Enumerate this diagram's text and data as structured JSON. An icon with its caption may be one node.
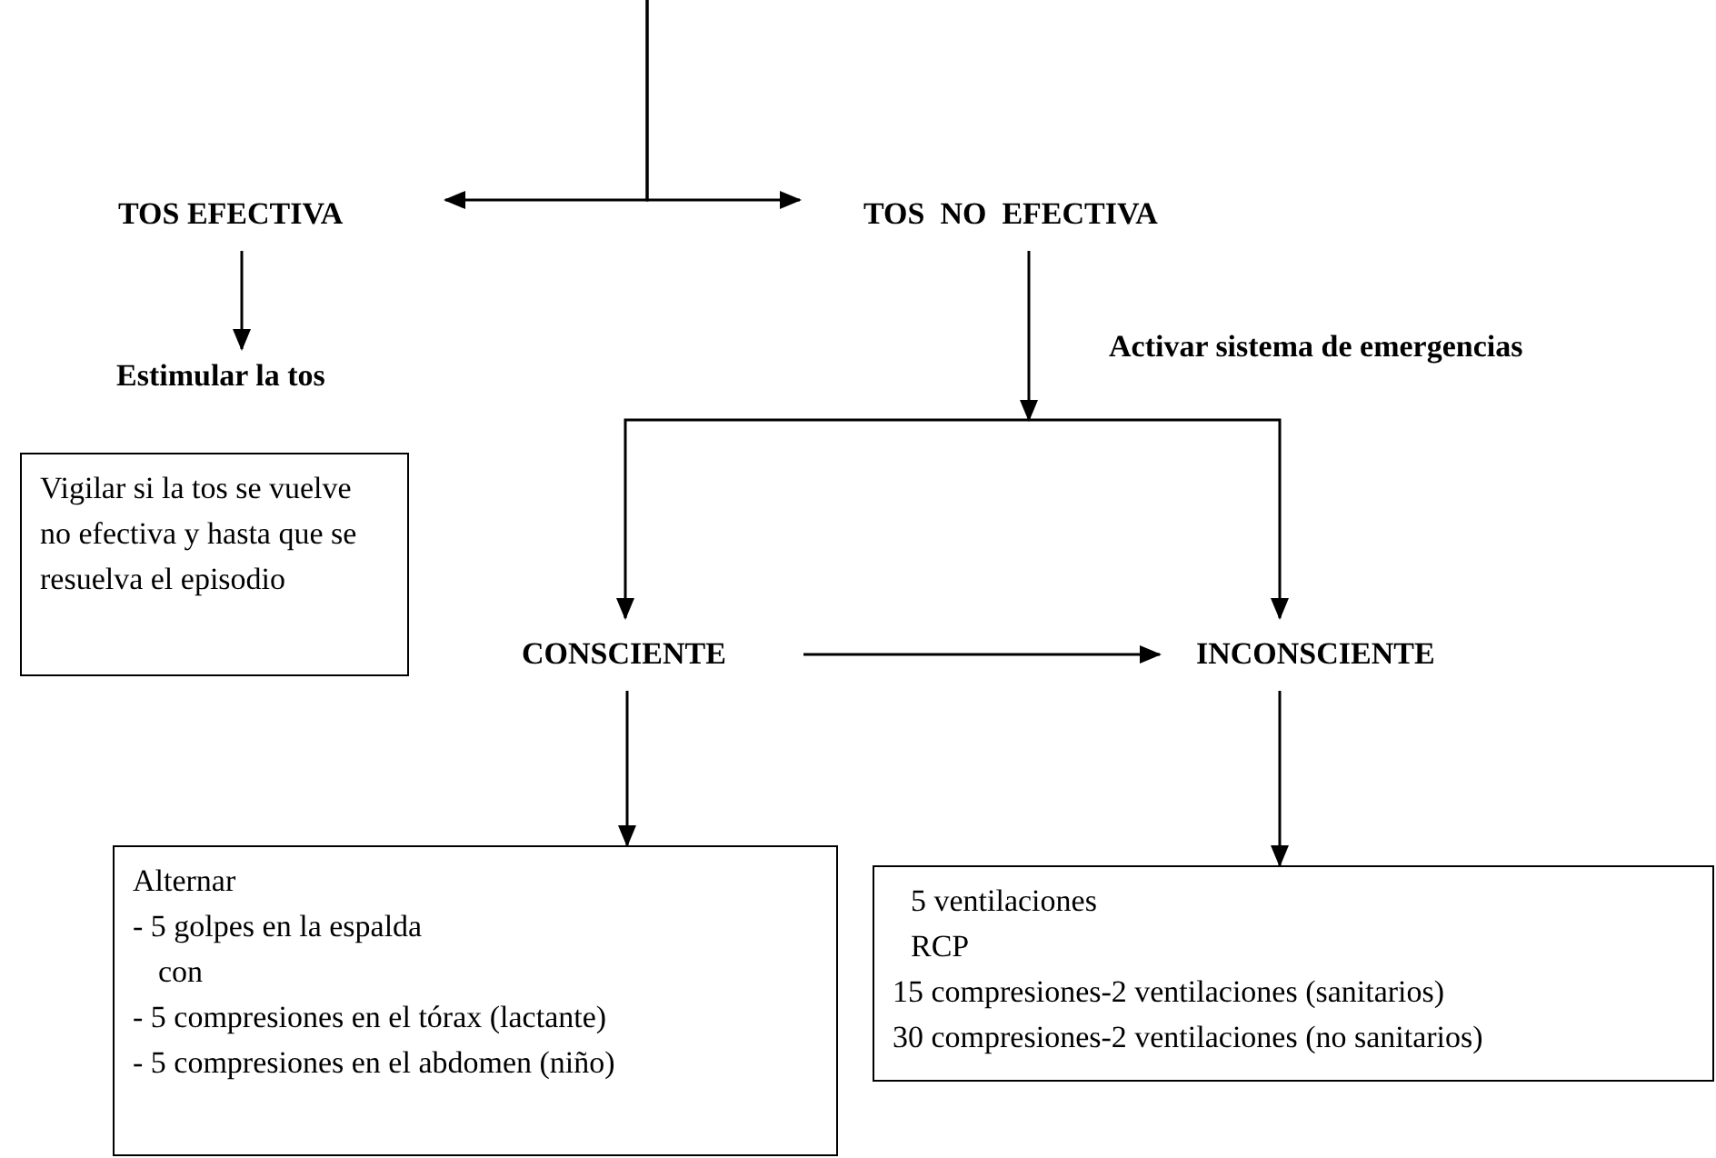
{
  "diagram": {
    "nodes": [
      {
        "text": [
          "TOS EFECTIVA"
        ]
      },
      {
        "text": [
          "TOS  NO  EFECTIVA"
        ]
      },
      {
        "text": [
          "Estimular la tos"
        ]
      },
      {
        "text": [
          "Vigilar si la tos se vuelve no efectiva y hasta que se resuelva el episodio"
        ]
      },
      {
        "text": [
          "CONSCIENTE"
        ]
      },
      {
        "text": [
          "INCONSCIENTE"
        ]
      },
      {
        "text": [
          "Alternar",
          "- 5 golpes en la espalda",
          "con",
          "- 5 compresiones en el tórax (lactante)",
          "- 5 compresiones en el abdomen (niño)"
        ]
      },
      {
        "text": [
          "5 ventilaciones",
          "RCP",
          "15 compresiones-2 ventilaciones (sanitarios)",
          "30 compresiones-2 ventilaciones (no sanitarios)"
        ]
      }
    ],
    "edges": [
      {
        "from": null,
        "to": 0,
        "arrow": "to"
      },
      {
        "from": null,
        "to": 1,
        "arrow": "to"
      },
      {
        "from": 0,
        "to": 2,
        "arrow": "to"
      },
      {
        "from": 1,
        "to": 4,
        "arrow": "to"
      },
      {
        "from": 1,
        "to": 5,
        "arrow": "to"
      },
      {
        "from": 4,
        "to": 5,
        "arrow": "to"
      },
      {
        "from": 4,
        "to": 6,
        "arrow": "to"
      },
      {
        "from": 5,
        "to": 7,
        "arrow": "to"
      }
    ],
    "labels": [
      "Activar sistema de emergencias"
    ]
  }
}
